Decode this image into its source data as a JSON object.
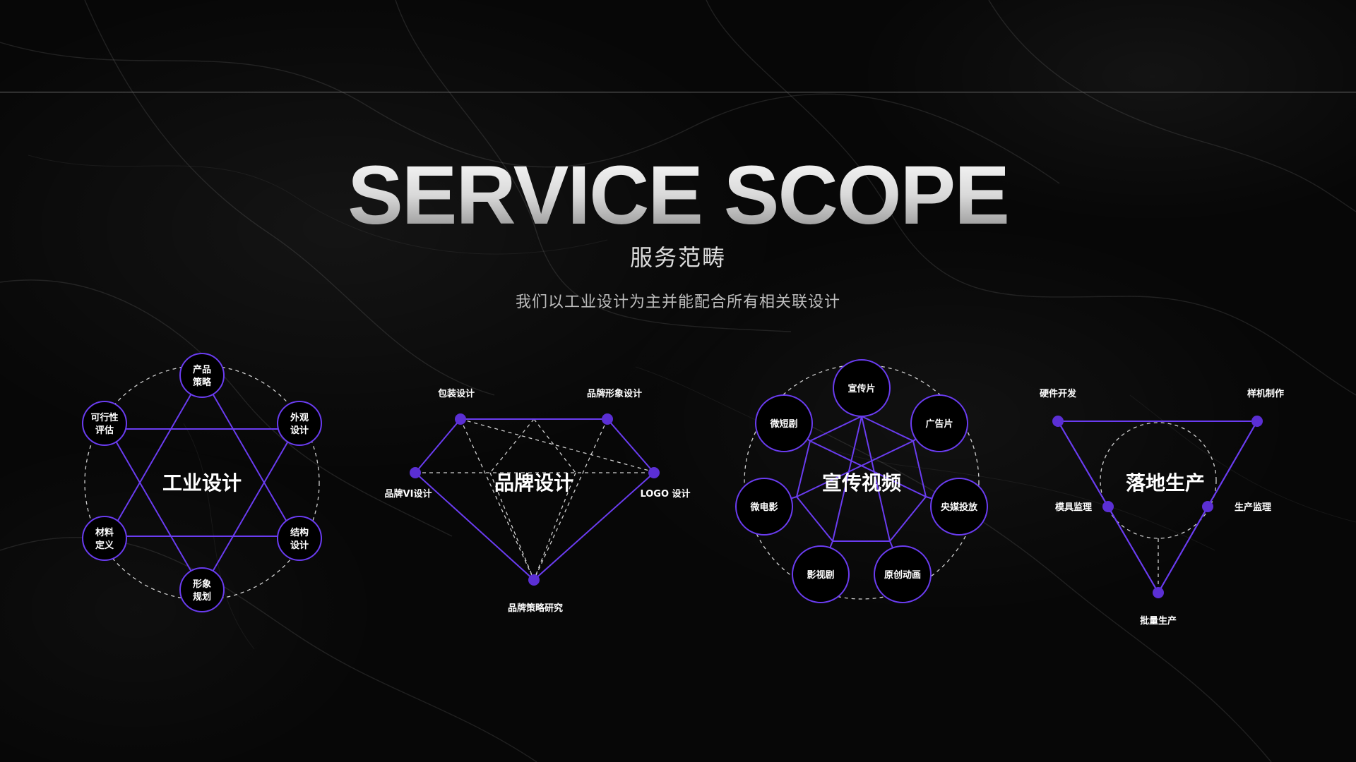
{
  "header": {
    "title": "SERVICE SCOPE",
    "subtitle": "服务范畴",
    "description": "我们以工业设计为主并能配合所有相关联设计"
  },
  "colors": {
    "background": "#070707",
    "accent": "#5b2fd4",
    "line": "#7a4dff",
    "dashed": "#cfcfcf"
  },
  "industrial": {
    "center": "工业设计",
    "nodes": [
      [
        "产品",
        "策略"
      ],
      [
        "外观",
        "设计"
      ],
      [
        "结构",
        "设计"
      ],
      [
        "形象",
        "规划"
      ],
      [
        "材料",
        "定义"
      ],
      [
        "可行性",
        "评估"
      ]
    ]
  },
  "brand": {
    "center": "品牌设计",
    "points": [
      "包装设计",
      "品牌形象设计",
      "LOGO 设计",
      "品牌策略研究",
      "品牌VI设计"
    ]
  },
  "promo": {
    "center": "宣传视频",
    "nodes": [
      "宣传片",
      "广告片",
      "央媒投放",
      "原创动画",
      "影视剧",
      "微电影",
      "微短剧"
    ]
  },
  "production": {
    "center": "落地生产",
    "points": [
      "硬件开发",
      "样机制作",
      "模具监理",
      "生产监理",
      "批量生产"
    ]
  }
}
